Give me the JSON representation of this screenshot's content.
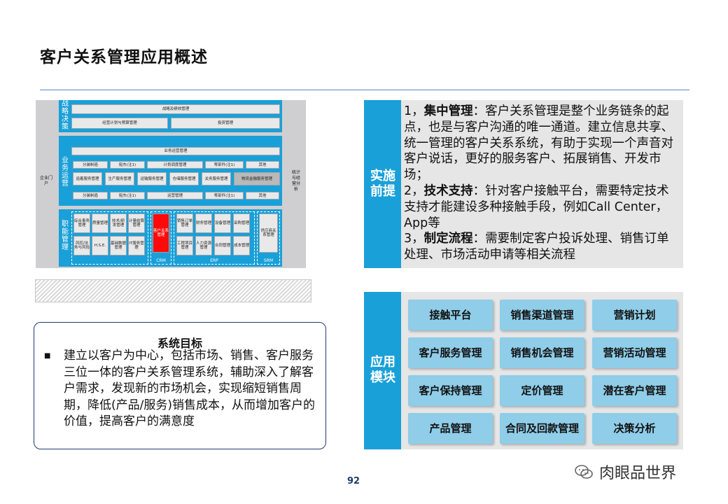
{
  "page": {
    "title": "客户关系管理应用概述",
    "page_number": "92"
  },
  "architecture": {
    "left_side": "企业门户",
    "right_side": "统计与经营分析",
    "strategy": {
      "label": "战略决策",
      "row1": "战略及绩效管理",
      "row2a": "经营计划与预算管理",
      "row2b": "投资管理"
    },
    "operations": {
      "label": "业务运营",
      "top": "业务运营管理",
      "row1": [
        "分装制造",
        "船东(注1)",
        "计划调度管理",
        "零部件(注1)",
        "其他"
      ],
      "row2": [
        "追着服务管理",
        "生产服务管理",
        "运输服务管理",
        "仓储服务管理",
        "关务服务管理",
        "物流金融服务管理"
      ],
      "row3": [
        "分装制造",
        "船东(注1)",
        "运营管理",
        "零部件(注1)",
        "其他"
      ]
    },
    "functions": {
      "label": "职能管理",
      "g1": [
        "综合事务管理",
        "质量管理",
        "技术/研发管理",
        "计量结算管理",
        "风控/法务与风险",
        "H.S.E.",
        "基础数据管理",
        "IT服务管理"
      ],
      "crm_cell": "客户关系管理",
      "crm": "CRM",
      "erp_cells": [
        "销售订单管理",
        "财务管理",
        "设备管理",
        "采购管理",
        "工程项目管理",
        "人力资源管理",
        "合同管理",
        "成本管理"
      ],
      "erp": "ERP",
      "srm_cell": "供应商关系管理",
      "srm": "SRM"
    }
  },
  "goal": {
    "title": "系统目标",
    "text": "建立以客户为中心，包括市场、销售、客户服务三位一体的客户关系管理系统，辅助深入了解客户需求，发现新的市场机会，实现缩短销售周期，降低(产品/服务)销售成本，从而增加客户的价值，提高客户的满意度"
  },
  "premise": {
    "tag": "实施前提",
    "p1_num": "1，",
    "p1_head": "集中管理",
    "p1_body": "：客户关系管理是整个业务链条的起点，也是与客户沟通的唯一通道。建立信息共享、统一管理的客户关系系统，有助于实现一个声音对客户说话，更好的服务客户、拓展销售、开发市场；",
    "p2_num": "2，",
    "p2_head": "技术支持",
    "p2_body": "：针对客户接触平台，需要特定技术支持才能建设多种接触手段，例如Call Center，App等",
    "p3_num": "3，",
    "p3_head": "制定流程",
    "p3_body": "：需要制定客户投诉处理、销售订单处理、市场活动申请等相关流程"
  },
  "modules": {
    "tag": "应用模块",
    "items": [
      "接触平台",
      "销售渠道管理",
      "营销计划",
      "客户服务管理",
      "销售机会管理",
      "营销活动管理",
      "客户保持管理",
      "定价管理",
      "潜在客户管理",
      "产品管理",
      "合同及回款管理",
      "决策分析"
    ]
  },
  "watermark": "肉眼品世界",
  "colors": {
    "accent": "#1aa0d8",
    "crm_highlight": "#ff0a0a",
    "module_fill": "#8fcde8"
  }
}
